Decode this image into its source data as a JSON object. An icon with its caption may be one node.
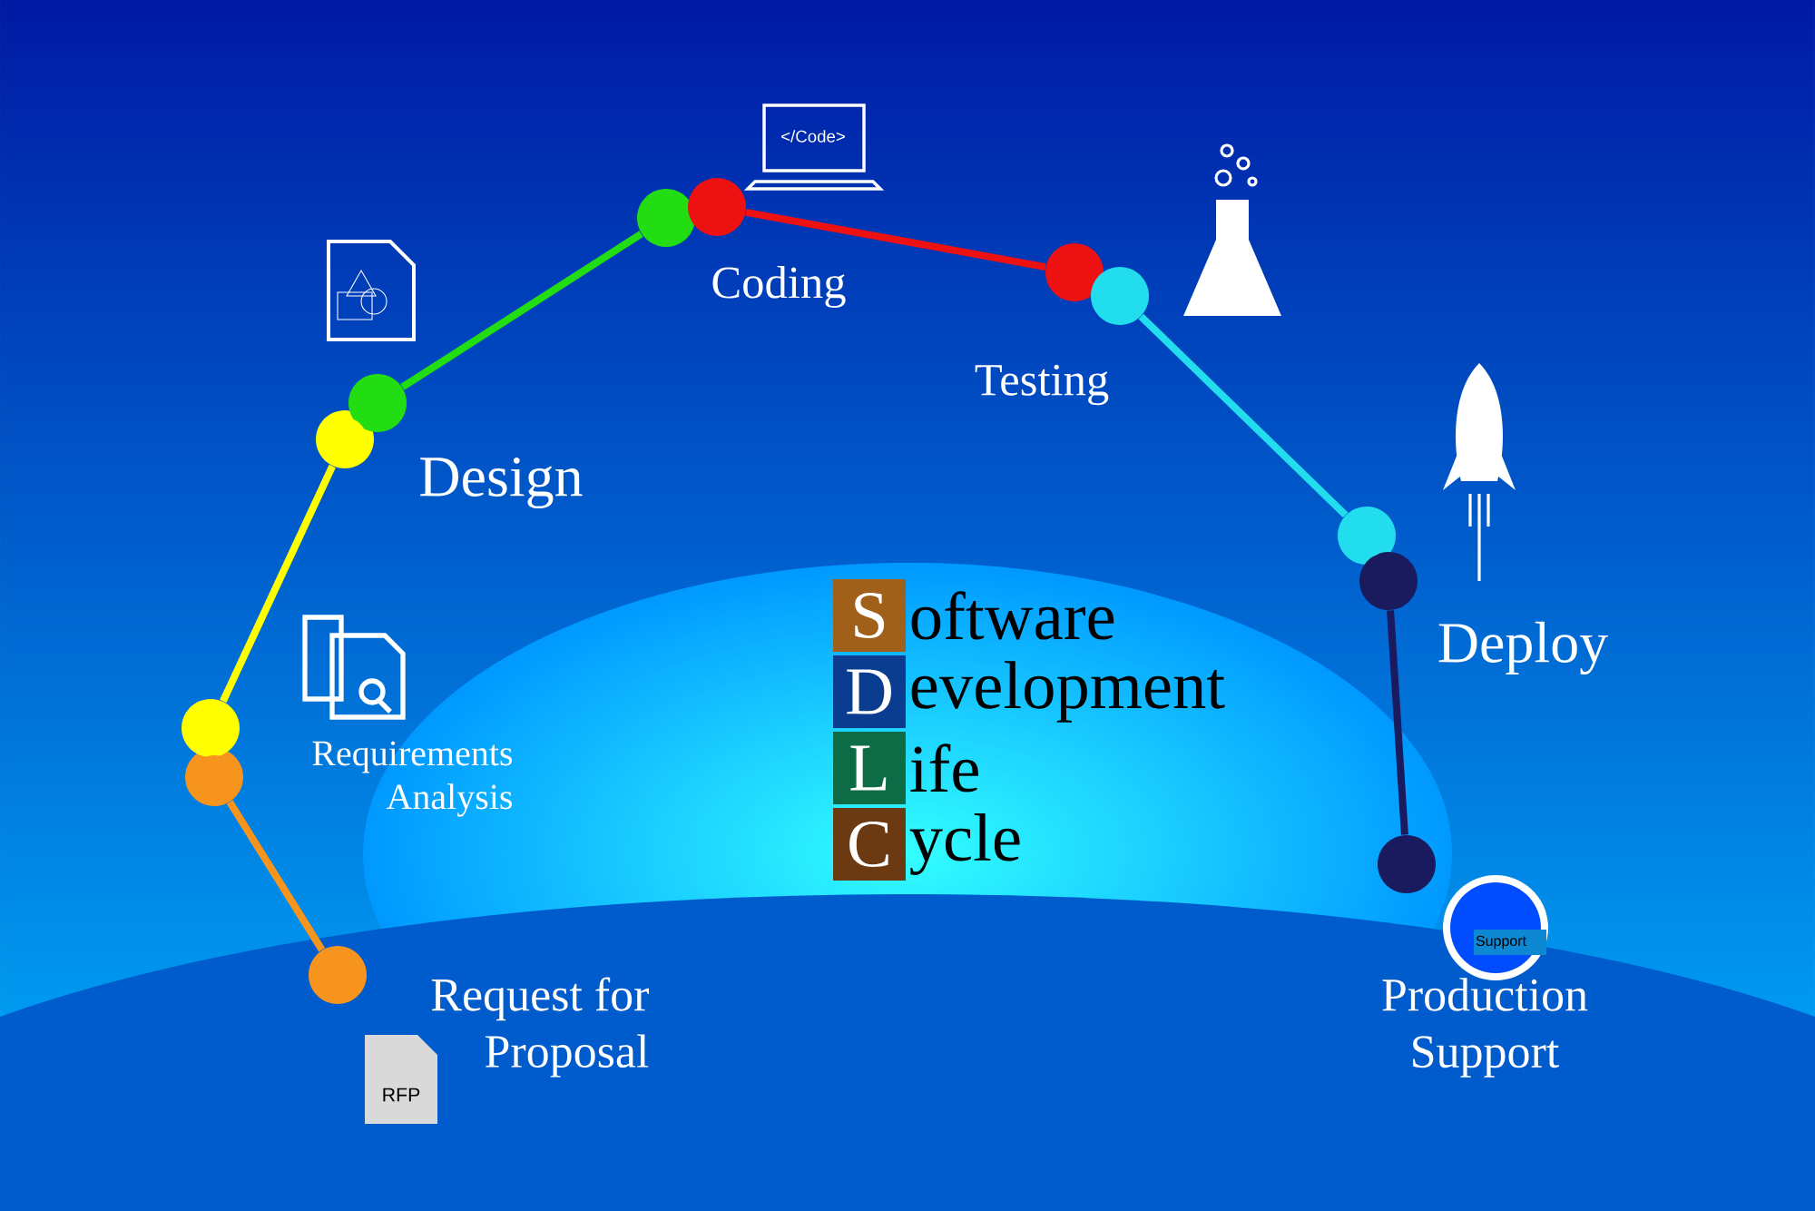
{
  "diagram": {
    "nodes": [
      {
        "text": [],
        "shape": "circle"
      },
      {
        "text": [],
        "shape": "circle"
      },
      {
        "text": [],
        "shape": "circle"
      },
      {
        "text": [],
        "shape": "circle"
      },
      {
        "text": [],
        "shape": "circle"
      },
      {
        "text": [],
        "shape": "circle"
      },
      {
        "text": [],
        "shape": "circle"
      },
      {
        "text": [],
        "shape": "circle"
      },
      {
        "text": [],
        "shape": "circle"
      },
      {
        "text": [],
        "shape": "circle"
      },
      {
        "text": [],
        "shape": "circle"
      },
      {
        "text": [],
        "shape": "circle"
      },
      {
        "text": [
          "S"
        ],
        "beside": [
          "oftware"
        ]
      },
      {
        "text": [
          "D"
        ],
        "beside": [
          "evelopment"
        ]
      },
      {
        "text": [
          "L"
        ],
        "beside": [
          "ife"
        ]
      },
      {
        "text": [
          "C"
        ],
        "beside": [
          "ycle"
        ]
      }
    ],
    "edges": [
      {
        "from": 0,
        "to": 1,
        "arrow": "none",
        "color": "#f7941d"
      },
      {
        "from": 2,
        "to": 3,
        "arrow": "none",
        "color": "#ffff00"
      },
      {
        "from": 4,
        "to": 5,
        "arrow": "none",
        "color": "#22dd11"
      },
      {
        "from": 6,
        "to": 7,
        "arrow": "none",
        "color": "#ee1111"
      },
      {
        "from": 8,
        "to": 9,
        "arrow": "none",
        "color": "#22ddee"
      },
      {
        "from": 10,
        "to": 11,
        "arrow": "none",
        "color": "#1a1a5e"
      }
    ],
    "labels": [
      "</Code>",
      "Coding",
      "Testing",
      "Design",
      "Deploy",
      "Requirements Analysis",
      "Request for Proposal",
      "RFP",
      "Support",
      "Production Support"
    ]
  }
}
